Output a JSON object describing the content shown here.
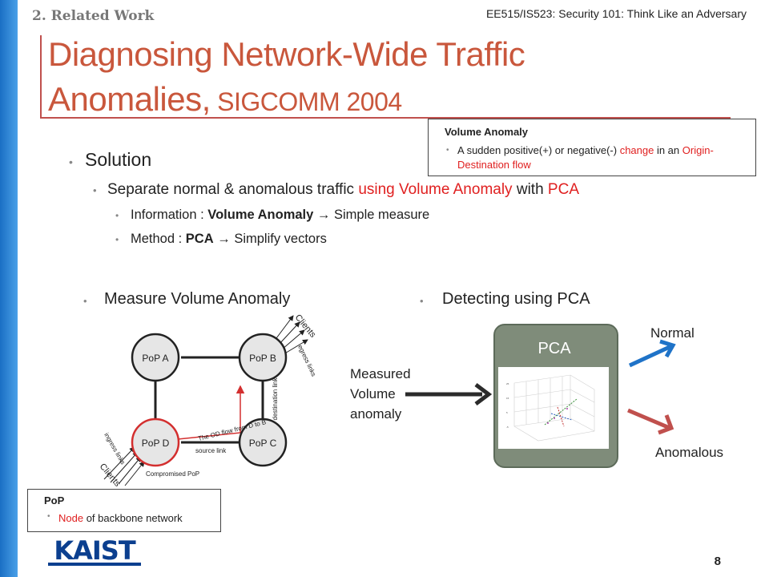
{
  "header": {
    "section": "2. Related Work",
    "course": "EE515/IS523: Security 101: Think Like an Adversary"
  },
  "title": {
    "line1": "Diagnosing Network-Wide Traffic",
    "line2_main": "Anomalies,",
    "line2_small": " SIGCOMM 2004"
  },
  "callout_volume": {
    "heading": "Volume Anomaly",
    "text_a": "A sudden positive(+) or negative(-) ",
    "text_red": "change",
    "text_b": " in an ",
    "text_red2": "Origin-Destination flow"
  },
  "bullets": {
    "solution": "Solution",
    "separate_a": "Separate normal & anomalous traffic ",
    "separate_red": "using Volume Anomaly",
    "separate_b": " with ",
    "separate_red2": "PCA",
    "info_a": "Information : ",
    "info_bold": "Volume Anomaly",
    "info_arrow": "→",
    "info_b": " Simple measure",
    "method_a": "Method : ",
    "method_bold": "PCA",
    "method_arrow": "→",
    "method_b": " Simplify vectors",
    "measure": "Measure Volume Anomaly",
    "detect": "Detecting using PCA"
  },
  "network": {
    "pop_a": "PoP A",
    "pop_b": "PoP B",
    "pop_c": "PoP C",
    "pop_d": "PoP D",
    "clients_top": "Clients",
    "clients_bottom": "Clients",
    "egress": "egress links",
    "ingress": "ingress links",
    "destination": "destination link",
    "od_flow": "The OD flow from D to B",
    "source_link": "source link",
    "compromised": "Compromised PoP"
  },
  "pca": {
    "label": "PCA",
    "measured_l1": "Measured",
    "measured_l2": "Volume",
    "measured_l3": "anomaly",
    "normal": "Normal",
    "anomalous": "Anomalous"
  },
  "callout_pop": {
    "heading": "PoP",
    "text_red": "Node",
    "text_b": " of backbone network"
  },
  "footer": {
    "page": "8",
    "logo": "KAIST"
  },
  "colors": {
    "accent": "#c9573c",
    "highlight": "#e02020",
    "sidebar": "#1a6fc4",
    "arrow_normal": "#1f73c8",
    "arrow_anomalous": "#c0504d"
  }
}
